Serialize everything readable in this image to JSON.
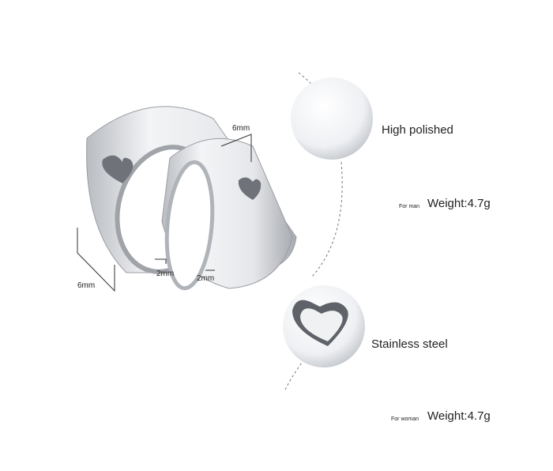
{
  "dimensions": {
    "man_width": "6mm",
    "woman_width": "6mm",
    "man_thickness": "2mm",
    "woman_thickness": "2mm"
  },
  "features": [
    {
      "label": "High polished"
    },
    {
      "label": "Stainless steel"
    }
  ],
  "weights": [
    {
      "who": "For man",
      "value": "Weight:4.7g"
    },
    {
      "who": "For woman",
      "value": "Weight:4.7g"
    }
  ],
  "colors": {
    "steel": "#c8cacd",
    "steel_light": "#f1f2f4",
    "steel_dark": "#8d9096",
    "line": "#666666"
  }
}
